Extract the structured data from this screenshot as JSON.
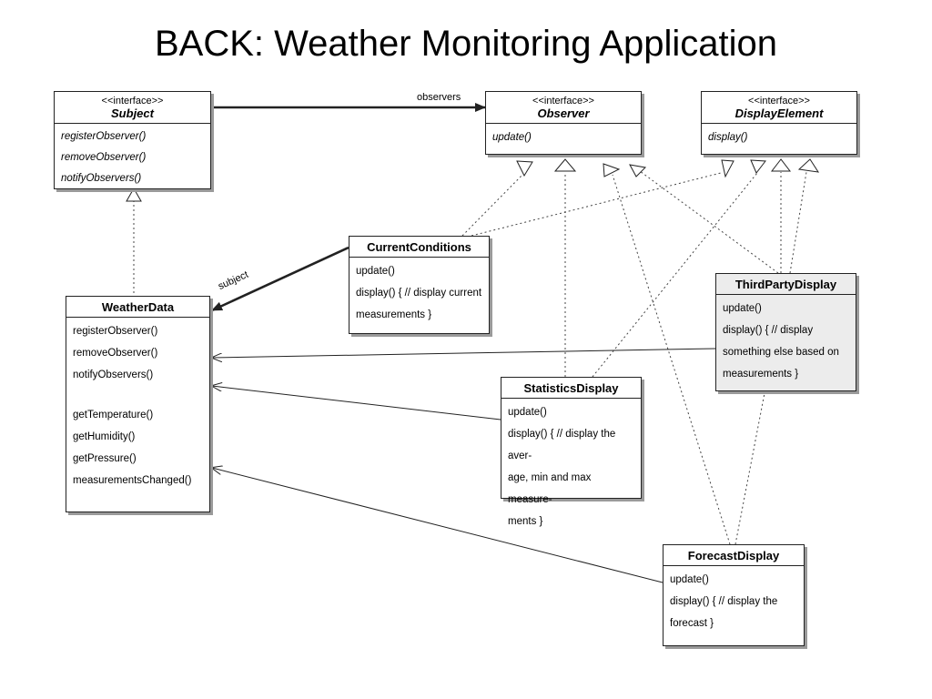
{
  "title": "BACK: Weather Monitoring Application",
  "labels": {
    "observers": "observers",
    "subject": "subject"
  },
  "classes": {
    "subject": {
      "stereotype": "<<interface>>",
      "name": "Subject",
      "ops": [
        "registerObserver()",
        "removeObserver()",
        "notifyObservers()"
      ]
    },
    "observer": {
      "stereotype": "<<interface>>",
      "name": "Observer",
      "ops": [
        "update()"
      ]
    },
    "display_element": {
      "stereotype": "<<interface>>",
      "name": "DisplayElement",
      "ops": [
        "display()"
      ]
    },
    "current_conditions": {
      "name": "CurrentConditions",
      "ops": [
        "update()",
        "display() { // display current",
        "measurements }"
      ]
    },
    "weather_data": {
      "name": "WeatherData",
      "ops": [
        "registerObserver()",
        "removeObserver()",
        "notifyObservers()"
      ],
      "ops2": [
        "getTemperature()",
        "getHumidity()",
        "getPressure()",
        "measurementsChanged()"
      ]
    },
    "third_party": {
      "name": "ThirdPartyDisplay",
      "ops": [
        "update()",
        "display() { // display",
        "something else based on",
        "measurements }"
      ]
    },
    "statistics": {
      "name": "StatisticsDisplay",
      "ops": [
        "update()",
        "display() { // display the aver-",
        "age, min and max measure-",
        "ments }"
      ]
    },
    "forecast": {
      "name": "ForecastDisplay",
      "ops": [
        "update()",
        "display() { // display the",
        "forecast }"
      ]
    }
  },
  "colors": {
    "line": "#222222",
    "shadow": "#9a9a9a",
    "shaded_box": "#ececec"
  }
}
